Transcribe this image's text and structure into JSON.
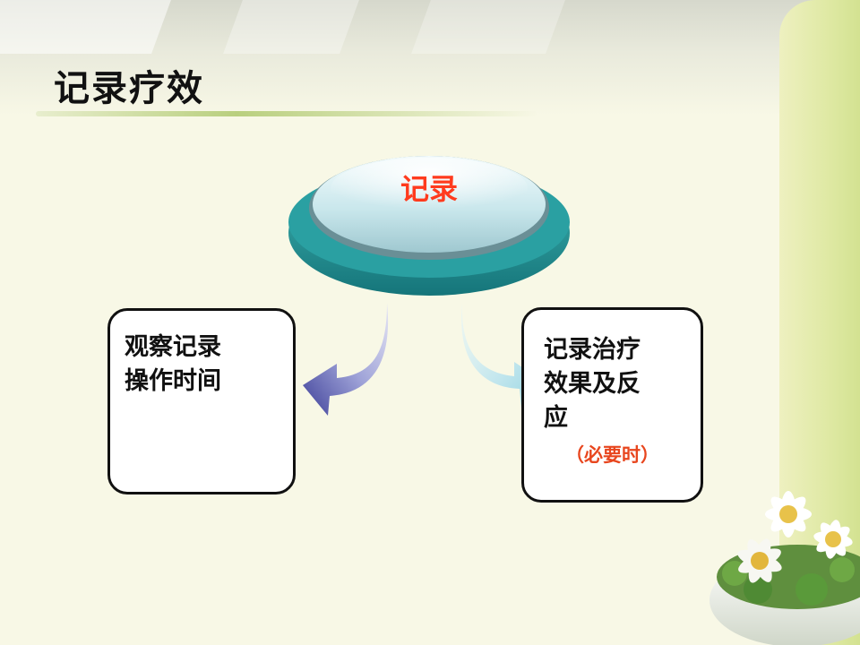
{
  "slide": {
    "title": "记录疗效",
    "center_node": {
      "label": "记录"
    },
    "left_box": {
      "lines": [
        "观察记录",
        "操作时间"
      ]
    },
    "right_box": {
      "lines": [
        "记录治疗",
        "效果及反",
        "应"
      ],
      "note": "（必要时）"
    }
  },
  "icons": {
    "left_arrow": "curved-arrow-left-icon",
    "right_arrow": "curved-arrow-right-icon",
    "decoration": "flower-bowl-icon"
  },
  "colors": {
    "background": "#f8f8e6",
    "accent_teal": "#2a9c9d",
    "center_label": "#ff3b1e",
    "note": "#e8461e",
    "left_arrow": "#5a5fb0",
    "right_arrow": "#a9dde8"
  }
}
